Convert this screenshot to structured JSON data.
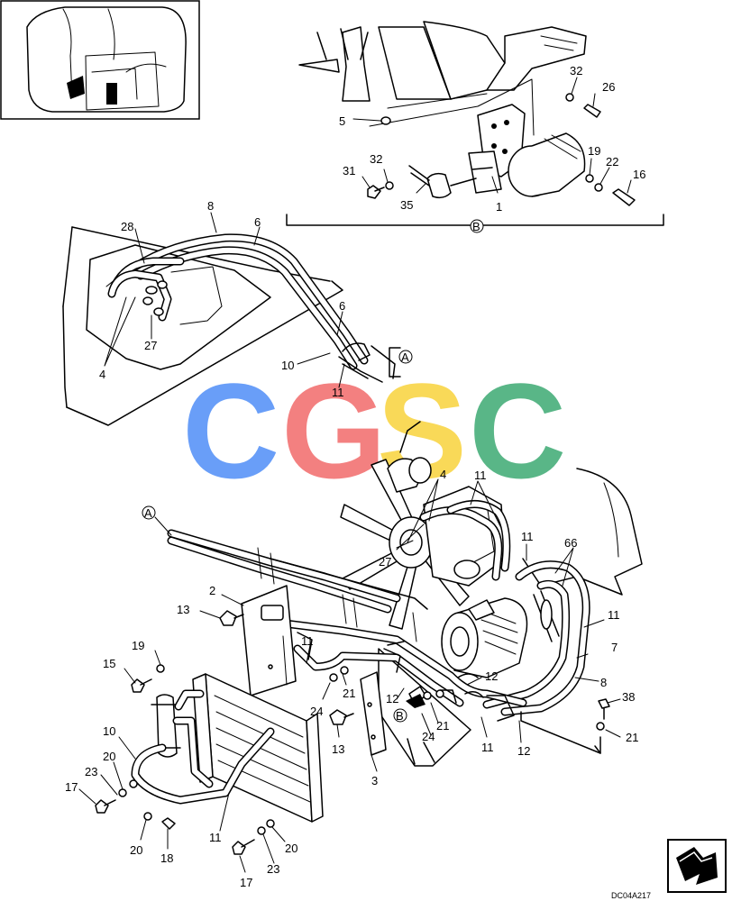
{
  "drawing_ref": "DC04A217",
  "watermark": {
    "letters": [
      {
        "char": "C",
        "color": "#4F8EF7"
      },
      {
        "char": "G",
        "color": "#F26B6B"
      },
      {
        "char": "S",
        "color": "#F9D33C"
      },
      {
        "char": "C",
        "color": "#3DAA73"
      }
    ]
  },
  "view_markers": {
    "A_upper": "A",
    "A_lower": "A",
    "B_detail": "B",
    "B_main": "B"
  },
  "callouts": {
    "c_b5": "5",
    "c_b32a": "32",
    "c_b26": "26",
    "c_b32b": "32",
    "c_b31": "31",
    "c_b35": "35",
    "c_b1": "1",
    "c_b19": "19",
    "c_b22": "22",
    "c_b16": "16",
    "c_u8": "8",
    "c_u6a": "6",
    "c_u28": "28",
    "c_u6b": "6",
    "c_u27": "27",
    "c_u4": "4",
    "c_u10": "10",
    "c_u11": "11",
    "c_m4": "4",
    "c_m11a": "11",
    "c_m27": "27",
    "c_m11b": "11",
    "c_m66": "66",
    "c_m2": "2",
    "c_m13a": "13",
    "c_m11c": "11",
    "c_m7": "7",
    "c_m19": "19",
    "c_m15": "15",
    "c_m11d": "11",
    "c_m12a": "12",
    "c_m8": "8",
    "c_m21a": "21",
    "c_m24a": "24",
    "c_m12b": "12",
    "c_m38": "38",
    "c_m10": "10",
    "c_m13b": "13",
    "c_m21b": "21",
    "c_m24b": "24",
    "c_m11e": "11",
    "c_m12c": "12",
    "c_m21c": "21",
    "c_m20a": "20",
    "c_m3": "3",
    "c_m23a": "23",
    "c_m17a": "17",
    "c_m20b": "20",
    "c_m18": "18",
    "c_m11f": "11",
    "c_m20c": "20",
    "c_m17b": "17",
    "c_m23b": "23"
  },
  "colors": {
    "line": "#000000",
    "background": "#ffffff",
    "fill_gray": "#e2e2e2"
  },
  "icons": {
    "locator_inset": "machine-locator-thumbnail",
    "nav_arrow": "next-page-arrow-icon"
  }
}
